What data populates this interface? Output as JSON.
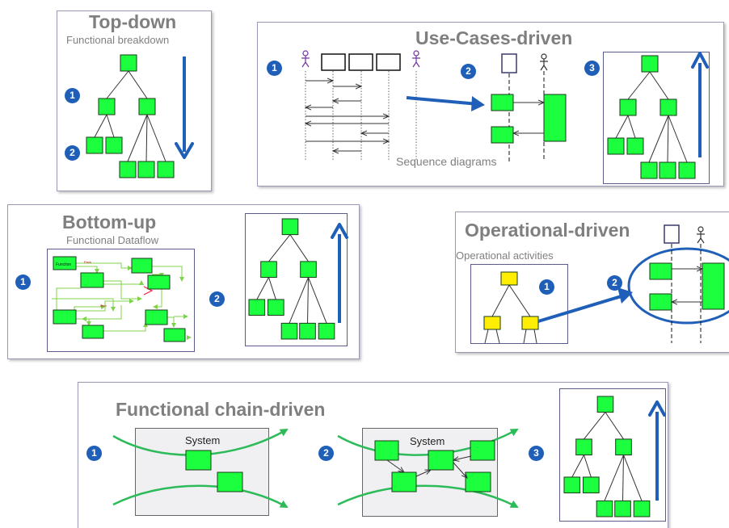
{
  "colors": {
    "node_fill": "#1bff3f",
    "node_stroke": "#1a3a1a",
    "arrow_blue": "#1f5fb8",
    "flow_green": "#2dbb5a",
    "op_yellow": "#ffee00",
    "title_gray": "#7f7f7f"
  },
  "top_down": {
    "title": "Top-down",
    "subtitle": "Functional breakdown",
    "step1": "1",
    "step2": "2"
  },
  "use_cases": {
    "title": "Use-Cases-driven",
    "caption": "Sequence diagrams",
    "step1": "1",
    "step2": "2",
    "step3": "3"
  },
  "bottom_up": {
    "title": "Bottom-up",
    "subtitle": "Functional Dataflow",
    "step1": "1",
    "step2": "2",
    "func_label": "Function",
    "small_labels": [
      "Pack",
      "Item"
    ]
  },
  "operational": {
    "title": "Operational-driven",
    "subtitle": "Operational activities",
    "step1": "1",
    "step2": "2"
  },
  "functional_chain": {
    "title": "Functional chain-driven",
    "system_label": "System",
    "step1": "1",
    "step2": "2",
    "step3": "3"
  }
}
